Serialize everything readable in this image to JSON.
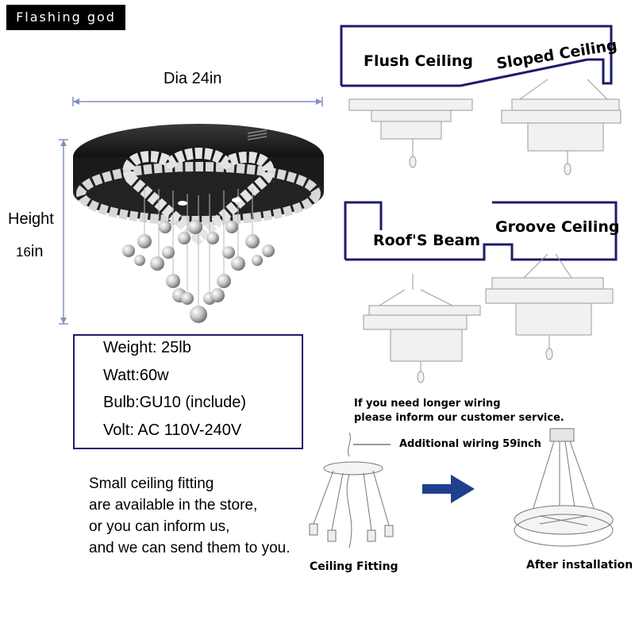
{
  "brand": "Flashing god",
  "dimensions": {
    "diameter": "Dia 24in",
    "height_label": "Height",
    "height_value": "16",
    "height_unit": "in"
  },
  "specs": [
    "Weight: 25lb",
    "Watt:60w",
    "Bulb:GU10 (include)",
    "Volt: AC 110V-240V"
  ],
  "fitting_note": [
    "Small ceiling fitting",
    "are available in the store,",
    "or you can inform us,",
    "and we can send them to you."
  ],
  "ceiling_types": {
    "flush": "Flush Ceiling",
    "sloped": "Sloped Ceiling",
    "beam": "Roof'S Beam",
    "groove": "Groove Ceiling"
  },
  "wiring": {
    "line1": "If you need longer wiring",
    "line2": "please inform our customer service.",
    "additional": "Additional wiring 59inch"
  },
  "captions": {
    "fitting": "Ceiling Fitting",
    "after": "After installation"
  },
  "colors": {
    "frame_blue": "#1c1c6b",
    "arrow_blue": "#1f3f8f",
    "dim_line": "#8090c0"
  }
}
